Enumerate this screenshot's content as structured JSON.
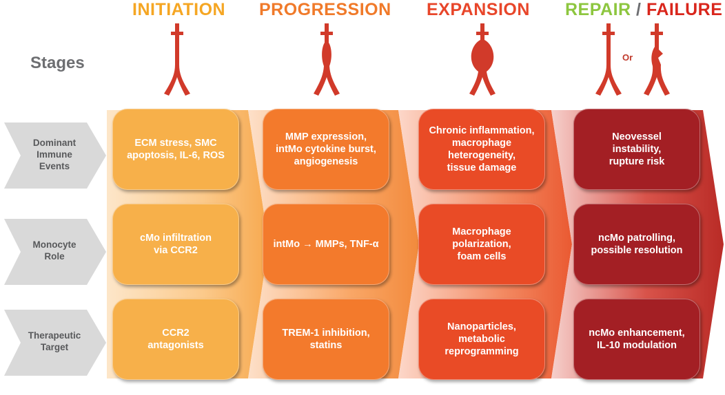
{
  "header": {
    "stages_label": "Stages",
    "titles": [
      "INITIATION",
      "PROGRESSION",
      "EXPANSION"
    ],
    "repair_label": "REPAIR",
    "slash": " / ",
    "failure_label": "FAILURE",
    "or_label": "Or"
  },
  "rows": [
    "Dominant\nImmune\nEvents",
    "Monocyte\nRole",
    "Therapeutic\nTarget"
  ],
  "cards": {
    "initiation": [
      "ECM stress, SMC\napoptosis, IL-6, ROS",
      "cMo infiltration\nvia CCR2",
      "CCR2\nantagonists"
    ],
    "progression": [
      "MMP expression,\nintMo cytokine burst,\nangiogenesis",
      "intMo → MMPs, TNF-α",
      "TREM-1 inhibition,\nstatins"
    ],
    "expansion": [
      "Chronic inflammation,\nmacrophage\nheterogeneity,\ntissue damage",
      "Macrophage\npolarization,\nfoam cells",
      "Nanoparticles,\nmetabolic\nreprogramming"
    ],
    "repair_failure": [
      "Neovessel\ninstability,\nrupture risk",
      "ncMo patrolling,\npossible resolution",
      "ncMo enhancement,\nIL-10 modulation"
    ]
  },
  "colors": {
    "initiation": "#f5a623",
    "progression": "#f07a2a",
    "expansion": "#e8462a",
    "repair": "#8dc63f",
    "failure": "#d9261c",
    "card_initiation": "#f7b04a",
    "card_progression": "#f37a2c",
    "card_expansion": "#e94b26",
    "card_repair_failure": "#a31f24",
    "vessel": "#d13a2a",
    "row_label": "#58595b"
  }
}
